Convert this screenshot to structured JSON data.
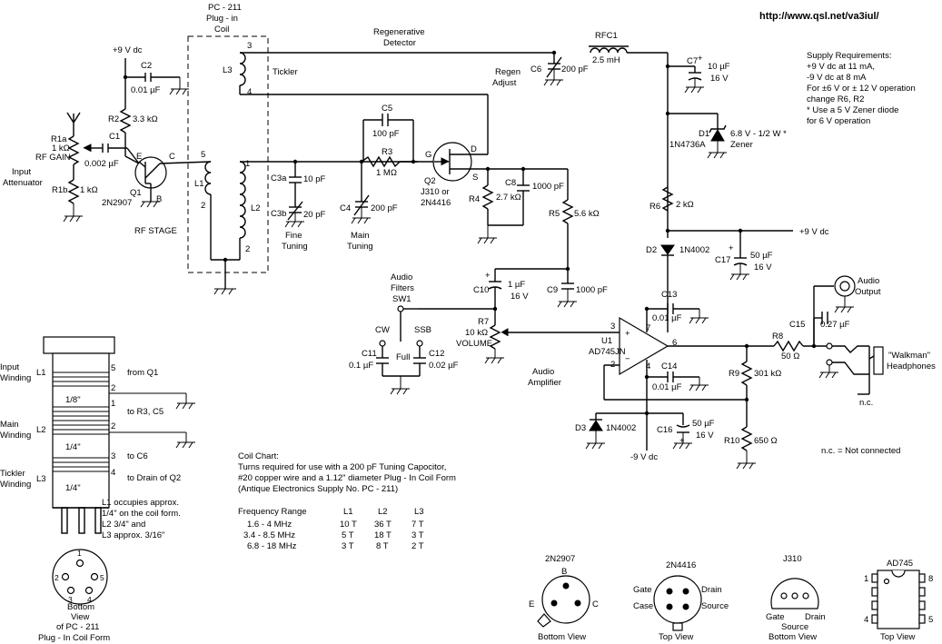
{
  "url": "http://www.qsl.net/va3iul/",
  "coil": {
    "title": "PC - 211",
    "sub1": "Plug - in",
    "sub2": "Coil",
    "pin3": "3",
    "pin4": "4",
    "pin5": "5",
    "pin1": "1",
    "pin2a": "2",
    "pin2b": "2",
    "L1": "L1",
    "L2": "L2",
    "L3": "L3",
    "tickler": "Tickler"
  },
  "rf": {
    "vcc": "+9 V dc",
    "C2": "C2",
    "C2v": "0.01 µF",
    "R2": "R2",
    "R2v": "3.3 kΩ",
    "R1a": "R1a",
    "R1av": "1 kΩ",
    "gain": "RF GAIN",
    "R1b": "R1b",
    "R1bv": "1 kΩ",
    "inLabel1": "Input",
    "inLabel2": "Attenuator",
    "C1": "C1",
    "C1v": "0.002 µF",
    "E": "E",
    "C": "C",
    "B": "B",
    "Q1": "Q1",
    "Q1v": "2N2907",
    "stage": "RF STAGE"
  },
  "tuning": {
    "C3a": "C3a",
    "C3av": "10 pF",
    "C3b": "C3b",
    "C3bv": "20 pF",
    "fine1": "Fine",
    "fine2": "Tuning",
    "C4": "C4",
    "C4v": "200 pF",
    "main1": "Main",
    "main2": "Tuning"
  },
  "detector": {
    "title1": "Regenerative",
    "title2": "Detector",
    "C5": "C5",
    "C5v": "100 pF",
    "R3": "R3",
    "R3v": "1 MΩ",
    "G": "G",
    "D": "D",
    "S": "S",
    "Q2": "Q2",
    "Q2v1": "J310  or",
    "Q2v2": "2N4416",
    "R4": "R4",
    "R4v": "2.7 kΩ",
    "C8": "C8",
    "C8v": "1000 pF",
    "R5": "R5",
    "R5v": "5.6 kΩ",
    "C6": "C6",
    "C6v": "200 pF",
    "regen1": "Regen",
    "regen2": "Adjust",
    "RFC1": "RFC1",
    "RFC1v": "2.5 mH",
    "C7": "C7",
    "C7v1": "10 µF",
    "C7v2": "16 V",
    "D1": "D1",
    "D1v": "6.8 V - 1/2 W *",
    "D1p": "1N4736A",
    "zener": "Zener",
    "R6": "R6",
    "R6v": "2 kΩ",
    "vcc": "+9 V dc",
    "D2": "D2",
    "D2v": "1N4002",
    "C17": "C17",
    "C17v1": "50 µF",
    "C17v2": "16 V"
  },
  "supply": [
    "Supply Requirements:",
    "+9 V dc at 11 mA,",
    "-9 V dc at 8 mA",
    "For ±6 V or ± 12 V operation",
    "change R6, R2",
    "* Use a 5 V Zener diode",
    "for 6 V operation"
  ],
  "audio": {
    "filt1": "Audio",
    "filt2": "Filters",
    "SW1": "SW1",
    "CW": "CW",
    "SSB": "SSB",
    "full": "Full",
    "C11": "C11",
    "C11v": "0.1 µF",
    "C12": "C12",
    "C12v": "0.02 µF",
    "C10": "C10",
    "C10v1": "1 µF",
    "C10v2": "16 V",
    "C9": "C9",
    "C9v": "1000 pF",
    "R7": "R7",
    "R7v": "10 kΩ",
    "vol": "VOLUME",
    "U1": "U1",
    "U1v": "AD745JN",
    "amp1": "Audio",
    "amp2": "Amplifier",
    "p3": "3",
    "p2": "2",
    "p7": "7",
    "p4": "4",
    "p6": "6",
    "plus": "+",
    "minus": "−",
    "C13": "C13",
    "C13v": "0.01 µF",
    "C14": "C14",
    "C14v": "0.01 µF",
    "D3": "D3",
    "D3v": "1N4002",
    "C16": "C16",
    "C16v1": "50 µF",
    "C16v2": "16 V",
    "vee": "-9 V dc",
    "R8": "R8",
    "R8v": "50 Ω",
    "R9": "R9",
    "R9v": "301 kΩ",
    "R10": "R10",
    "R10v": "650 Ω",
    "C15": "C15",
    "C15v": "0.27 µF",
    "out1": "Audio",
    "out2": "Output",
    "hp1": "\"Walkman\"",
    "hp2": "Headphones",
    "nc": "n.c.",
    "ncNote": "n.c. = Not connected"
  },
  "form": {
    "in1": "Input",
    "in2": "Winding",
    "main1": "Main",
    "main2": "Winding",
    "tick1": "Tickler",
    "tick2": "Winding",
    "L1": "L1",
    "L2": "L2",
    "L3": "L3",
    "s1": "1/8\"",
    "s2": "1/4\"",
    "s3": "1/4\"",
    "p5": "5",
    "p2a": "2",
    "p1": "1",
    "p2b": "2",
    "p3": "3",
    "p4": "4",
    "fromQ1": "from Q1",
    "toR3": "to R3, C5",
    "toC6": "to C6",
    "toDrain": "to Drain of Q2",
    "note": [
      "L1 occupies approx.",
      "1/4\" on the coil form.",
      "L2 3/4\" and",
      "L3 approx. 3/16\""
    ],
    "bottom": [
      "Bottom",
      "View",
      "of PC - 211",
      "Plug - In Coil Form"
    ],
    "bpins": [
      "1",
      "2",
      "5",
      "3",
      "4"
    ]
  },
  "chart": {
    "lines": [
      "Coil Chart:",
      "Turns required for use with a 200 pF Tuning Capocitor,",
      "#20 copper wire and a 1.12\" diameter Plug - In Coil Form",
      "(Antique Electronics Supply No. PC - 211)"
    ],
    "headers": [
      "Frequency Range",
      "L1",
      "L2",
      "L3"
    ],
    "rows": [
      [
        "1.6 - 4 MHz",
        "10 T",
        "36 T",
        "7 T"
      ],
      [
        "3.4 - 8.5 MHz",
        "5 T",
        "18 T",
        "3 T"
      ],
      [
        "6.8 - 18 MHz",
        "3 T",
        "8 T",
        "2 T"
      ]
    ]
  },
  "pinouts": {
    "q2907": {
      "name": "2N2907",
      "B": "B",
      "E": "E",
      "C": "C",
      "view": "Bottom View"
    },
    "q4416": {
      "name": "2N4416",
      "gate": "Gate",
      "drain": "Drain",
      "case": "Case",
      "source": "Source",
      "view": "Top View"
    },
    "j310": {
      "name": "J310",
      "gate": "Gate",
      "drain": "Drain",
      "source": "Source",
      "view": "Bottom View"
    },
    "ad745": {
      "name": "AD745",
      "p1": "1",
      "p8": "8",
      "p4": "4",
      "p5": "5",
      "view": "Top View"
    }
  }
}
